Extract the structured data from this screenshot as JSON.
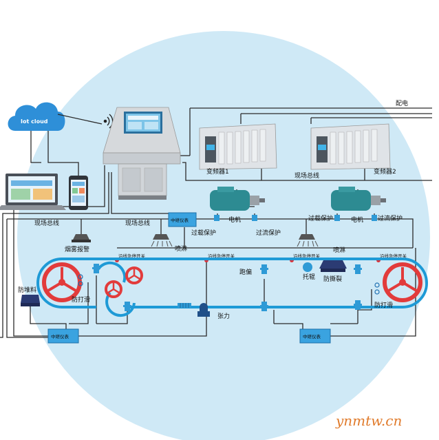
{
  "cloud": {
    "label": "Iot cloud"
  },
  "power": {
    "label": "配电"
  },
  "vfd1": {
    "label": "变频器1"
  },
  "vfd2": {
    "label": "变频器2"
  },
  "fieldbus": {
    "top": "现场总线",
    "left1": "现场总线",
    "left2": "现场总线"
  },
  "relay": {
    "top": "中继仪表",
    "bottom_left": "中继仪表",
    "bottom_right": "中继仪表"
  },
  "motor": {
    "left": "电机",
    "right": "电机"
  },
  "protect": {
    "overload_left": "过载保护",
    "overcurrent_left": "过流保护",
    "overload_right": "过载保护",
    "overcurrent_right": "过流保护"
  },
  "sensors": {
    "smoke": "烟雾报警",
    "spray_left": "喷淋",
    "spray_right": "喷淋",
    "estop_1": "沿线急停开关",
    "estop_2": "沿线急停开关",
    "estop_3": "沿线急停开关",
    "estop_4": "沿线急停开关",
    "pileup": "防堆料",
    "antislip_left": "防打滑",
    "antislip_right": "防打滑",
    "deviation": "跑偏",
    "idler": "托辊",
    "tear": "防撕裂",
    "tension": "张力"
  },
  "watermark": "ynmtw.cn",
  "colors": {
    "bg_circle": "#cfe9f6",
    "belt": "#1e9ad6",
    "relay": "#3aa3e0",
    "wheel": "#e23b3b"
  }
}
